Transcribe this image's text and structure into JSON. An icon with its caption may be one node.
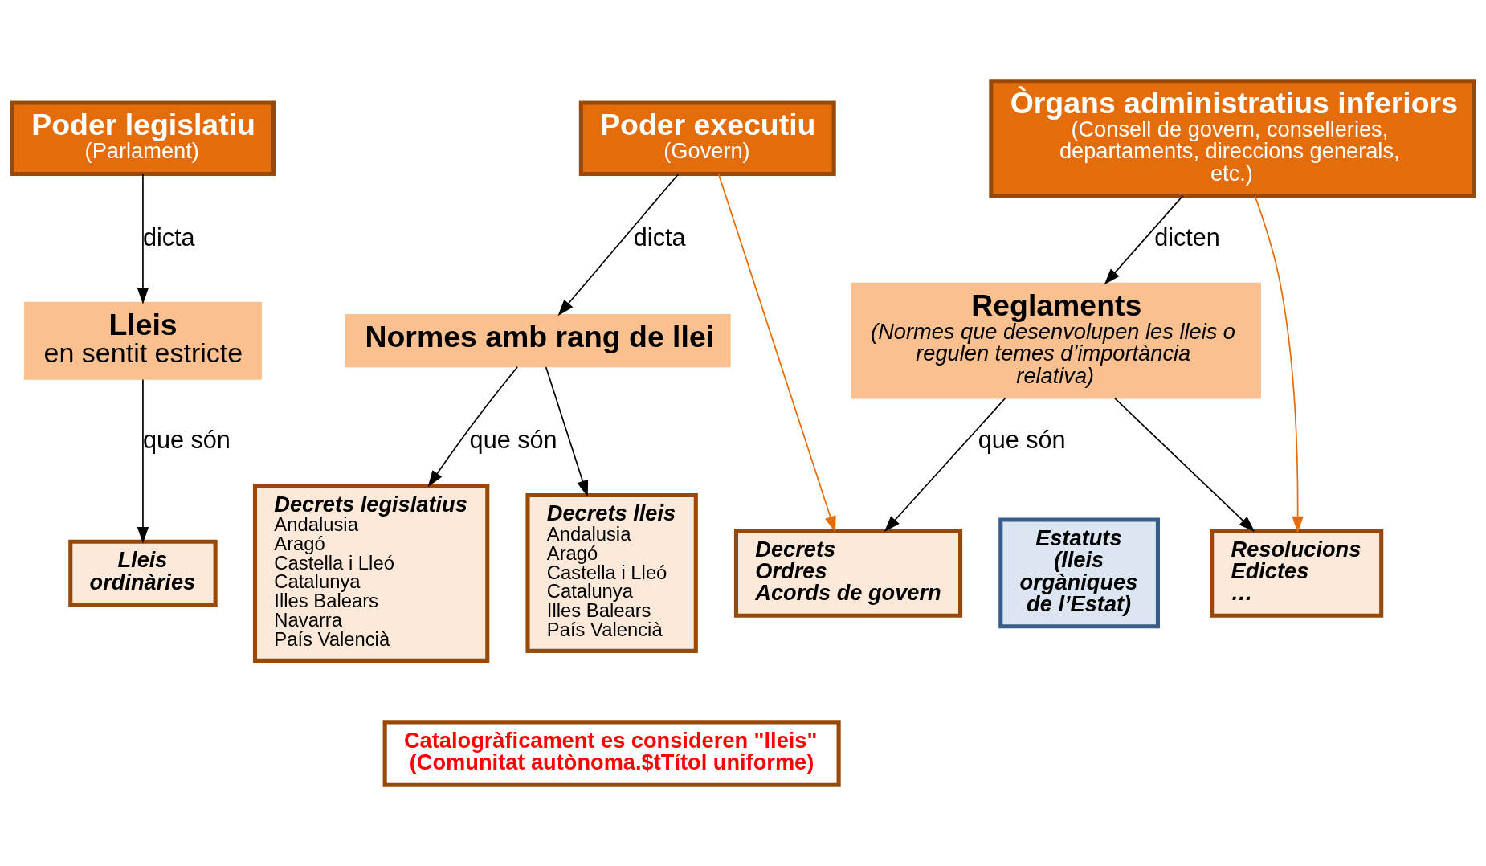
{
  "diagram": {
    "nodes": [
      {
        "text": [
          "Poder legislatiu",
          "(Parlament)"
        ]
      },
      {
        "text": [
          "Poder executiu",
          "(Govern)"
        ]
      },
      {
        "text": [
          "Òrgans administratius inferiors",
          "(Consell de govern, conselleries, departaments, direccions generals, etc.)"
        ]
      },
      {
        "text": [
          "Lleis",
          "en sentit estricte"
        ]
      },
      {
        "text": [
          "Normes amb rang de llei"
        ]
      },
      {
        "text": [
          "Reglaments",
          "(Normes que desenvolupen les lleis o regulen temes d’importància relativa)"
        ]
      },
      {
        "text": [
          "Estatuts (lleis orgàniques de l’Estat)"
        ]
      },
      {
        "text": [
          "Lleis ordinàries"
        ]
      },
      {
        "text": [
          "Decrets legislatius",
          "Andalusia",
          "Aragó",
          "Castella i Lleó",
          "Catalunya",
          "Illes Balears",
          "Navarra",
          "País Valencià"
        ]
      },
      {
        "text": [
          "Decrets lleis",
          "Andalusia",
          "Aragó",
          "Castella i Lleó",
          "Catalunya",
          "Illes Balears",
          "País Valencià"
        ]
      },
      {
        "text": [
          "Decrets",
          "Ordres",
          "Acords de govern"
        ]
      },
      {
        "text": [
          "Resolucions",
          "Edictes",
          "…"
        ]
      },
      {
        "text": [
          "Catalogràficament es consideren \"lleis\"",
          "(Comunitat autònoma.$tTítol uniforme)"
        ]
      }
    ],
    "edges": [
      {
        "from": 0,
        "to": 3,
        "arrow": "to",
        "label": "dicta"
      },
      {
        "from": 3,
        "to": 7,
        "arrow": "to",
        "label": "que són"
      },
      {
        "from": 1,
        "to": 4,
        "arrow": "to",
        "label": "dicta"
      },
      {
        "from": 4,
        "to": 8,
        "arrow": "to",
        "label": "que són"
      },
      {
        "from": 4,
        "to": 9,
        "arrow": "to"
      },
      {
        "from": 1,
        "to": 10,
        "arrow": "to",
        "color": "#e46c0a"
      },
      {
        "from": 2,
        "to": 5,
        "arrow": "to",
        "label": "dicten"
      },
      {
        "from": 5,
        "to": 10,
        "arrow": "to",
        "label": "que són"
      },
      {
        "from": 5,
        "to": 11,
        "arrow": "to"
      },
      {
        "from": 2,
        "to": 11,
        "arrow": "to",
        "color": "#e46c0a"
      }
    ]
  }
}
